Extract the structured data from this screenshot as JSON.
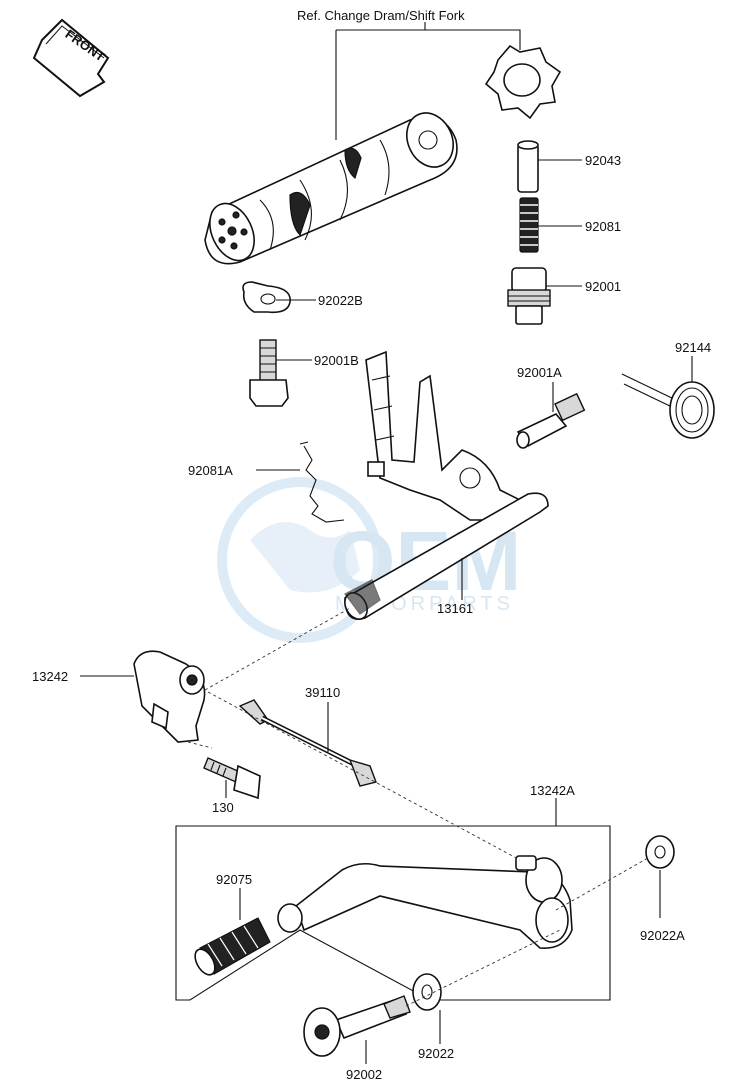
{
  "watermark": {
    "text_top": "OEM",
    "text_bottom": "MOTORPARTS",
    "color": "#cfe2f2"
  },
  "front_badge": "FRONT",
  "reference_note": "Ref. Change Dram/Shift Fork",
  "labels": {
    "p92043": "92043",
    "p92081": "92081",
    "p92001": "92001",
    "p92022B": "92022B",
    "p92001B": "92001B",
    "p92001A": "92001A",
    "p92144": "92144",
    "p92081A": "92081A",
    "p13161": "13161",
    "p13242": "13242",
    "p39110": "39110",
    "p130": "130",
    "p13242A": "13242A",
    "p92075": "92075",
    "p92022A": "92022A",
    "p92022": "92022",
    "p92002": "92002"
  }
}
